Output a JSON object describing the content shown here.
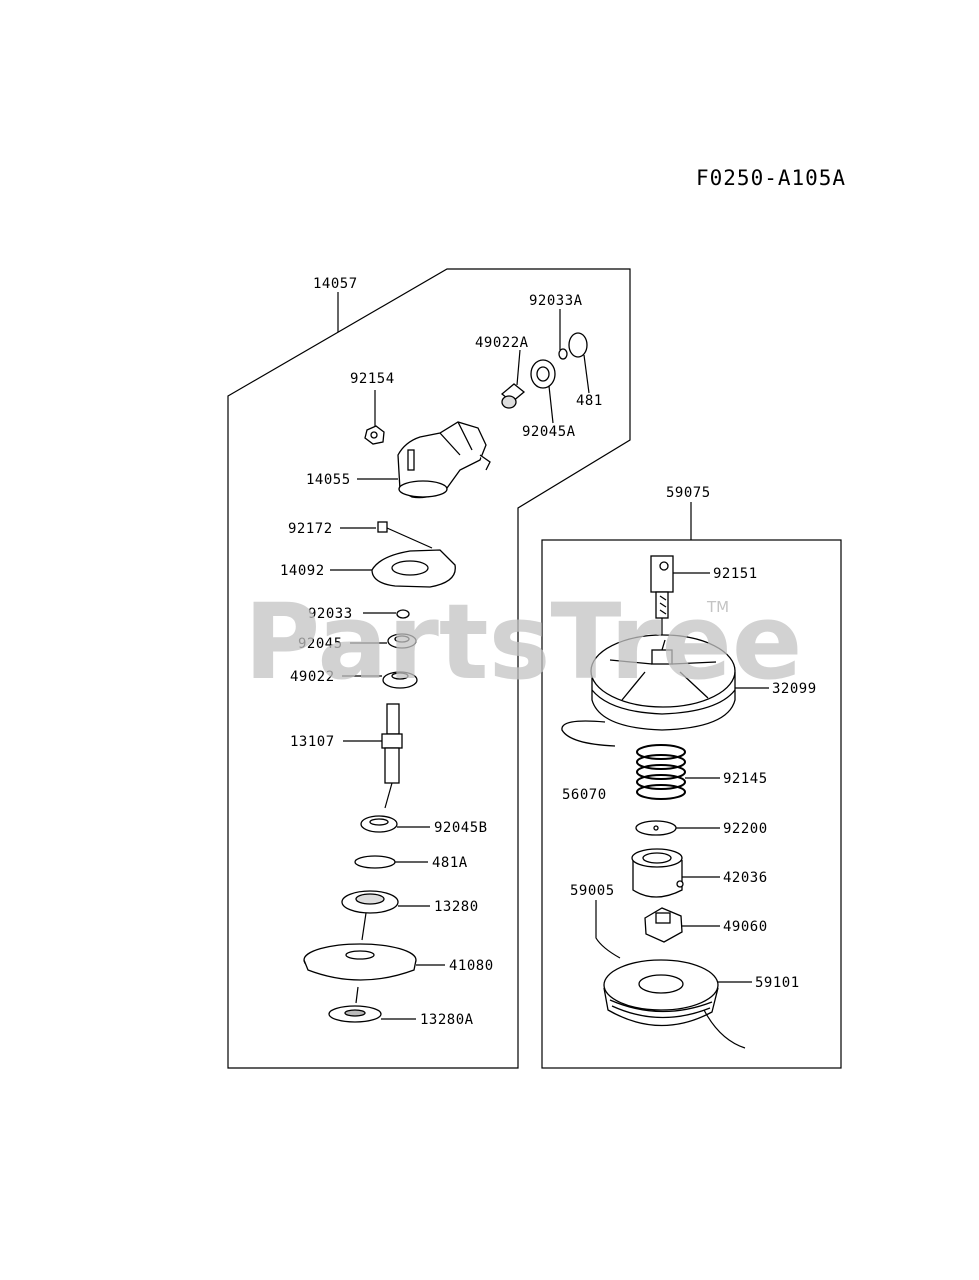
{
  "diagram_code": "F0250-A105A",
  "watermark": {
    "text": "PartsTree",
    "tm": "TM"
  },
  "left_group": {
    "assembly_label": "14057",
    "parts": [
      "92033A",
      "49022A",
      "92154",
      "481",
      "92045A",
      "14055",
      "92172",
      "14092",
      "92033",
      "92045",
      "49022",
      "13107",
      "92045B",
      "481A",
      "13280",
      "41080",
      "13280A"
    ]
  },
  "right_group": {
    "assembly_label": "59075",
    "parts": [
      "92151",
      "32099",
      "92145",
      "56070",
      "92200",
      "42036",
      "59005",
      "49060",
      "59101"
    ]
  }
}
